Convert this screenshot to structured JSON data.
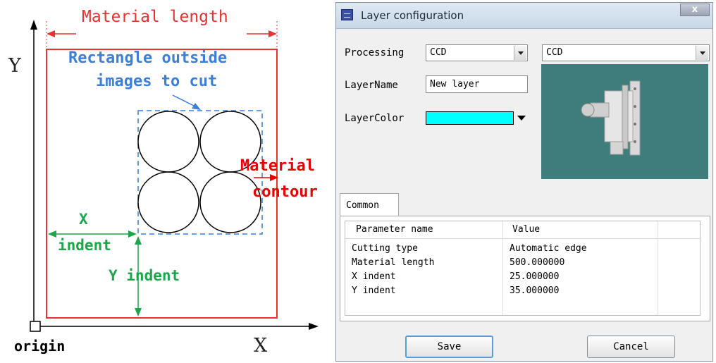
{
  "diagram": {
    "material_length_label": "Material length",
    "rectangle_label_line1": "Rectangle outside",
    "rectangle_label_line2": "images to cut",
    "material_contour_line1": "Material",
    "material_contour_line2": "contour",
    "x_indent_line1": "X",
    "x_indent_line2": "indent",
    "y_indent_label": "Y indent",
    "y_axis_label": "Y",
    "x_axis_label": "X",
    "origin_label": "origin",
    "colors": {
      "material_length": "#e8322f",
      "rectangle_label": "#3b7fd8",
      "material_contour": "#ee0000",
      "indent": "#1ba64a"
    }
  },
  "dialog": {
    "title": "Layer configuration",
    "close_glyph": "x",
    "processing_label": "Processing",
    "processing_value": "CCD",
    "processing_value_right": "CCD",
    "layer_name_label": "LayerName",
    "layer_name_value": "New layer",
    "layer_color_label": "LayerColor",
    "layer_color": "#00ffff",
    "preview_background": "#3f7d7c",
    "tab_common": "Common",
    "table": {
      "headers": [
        "Parameter name",
        "Value"
      ],
      "rows": [
        [
          "Cutting type",
          "Automatic edge"
        ],
        [
          "Material length",
          "500.000000"
        ],
        [
          "X indent",
          "25.000000"
        ],
        [
          "Y indent",
          "35.000000"
        ]
      ]
    },
    "save_label": "Save",
    "cancel_label": "Cancel"
  }
}
